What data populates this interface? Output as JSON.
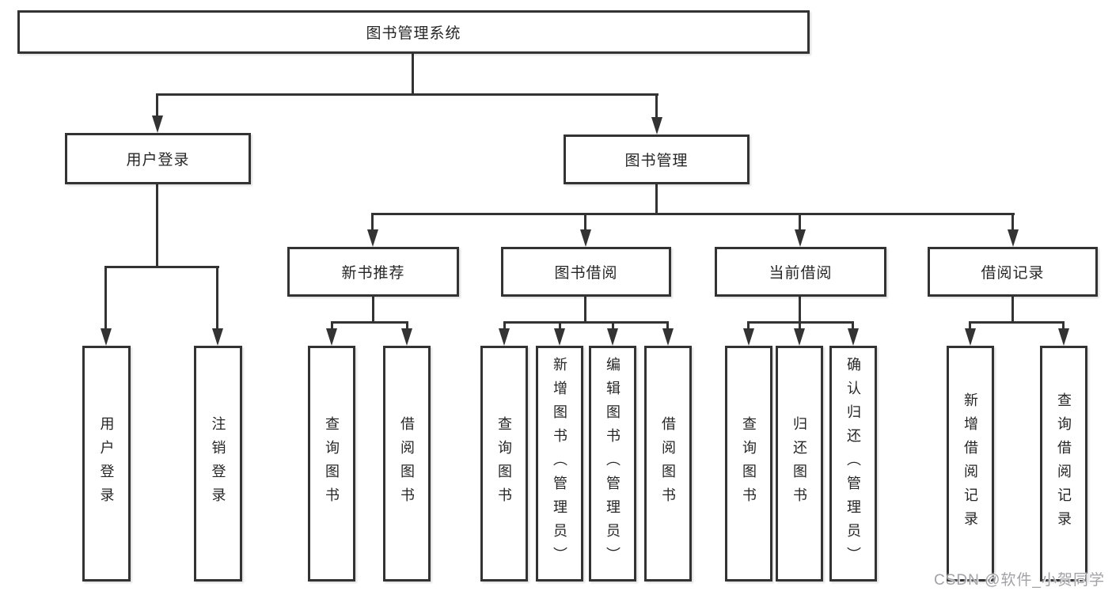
{
  "diagram": {
    "root": {
      "label": "图书管理系统"
    },
    "branches": [
      {
        "label": "用户登录",
        "leaves": [
          {
            "label": "用户登录"
          },
          {
            "label": "注销登录"
          }
        ]
      },
      {
        "label": "图书管理",
        "groups": [
          {
            "label": "新书推荐",
            "leaves": [
              {
                "label": "查询图书"
              },
              {
                "label": "借阅图书"
              }
            ]
          },
          {
            "label": "图书借阅",
            "leaves": [
              {
                "label": "查询图书"
              },
              {
                "label": "新增图书（管理员）"
              },
              {
                "label": "编辑图书（管理员）"
              },
              {
                "label": "借阅图书"
              }
            ]
          },
          {
            "label": "当前借阅",
            "leaves": [
              {
                "label": "查询图书"
              },
              {
                "label": "归还图书"
              },
              {
                "label": "确认归还（管理员）"
              }
            ]
          },
          {
            "label": "借阅记录",
            "leaves": [
              {
                "label": "新增借阅记录"
              },
              {
                "label": "查询借阅记录"
              }
            ]
          }
        ]
      }
    ]
  },
  "watermark": {
    "text": "CSDN @软件_小贺同学"
  },
  "colors": {
    "line": "#333333",
    "box_background": "#ffffff",
    "text": "#262626",
    "watermark": "#a2a2a6"
  }
}
